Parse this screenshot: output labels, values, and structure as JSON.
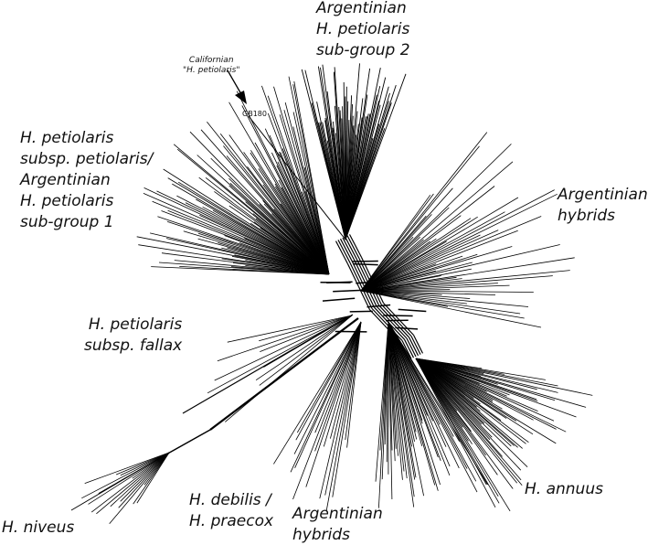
{
  "figure": {
    "background": "#ffffff",
    "edge_color": "#000000",
    "groups": {
      "arg_sub2": {
        "lines": [
          "Argentinian",
          "H. petiolaris",
          "sub-group 2"
        ]
      },
      "pet_sub1": {
        "lines": [
          "H. petiolaris",
          "subsp. petiolaris/",
          "Argentinian",
          "H. petiolaris",
          "sub-group 1"
        ]
      },
      "arg_hybrids_right": {
        "lines": [
          "Argentinian",
          "hybrids"
        ]
      },
      "fallax": {
        "lines": [
          "H. petiolaris",
          "subsp. fallax"
        ]
      },
      "annuus": {
        "lines": [
          "H. annuus"
        ]
      },
      "niveus": {
        "lines": [
          "H. niveus"
        ]
      },
      "debilis": {
        "lines": [
          "H. debilis /",
          "H. praecox"
        ]
      },
      "arg_hybrids_bottom": {
        "lines": [
          "Argentinian",
          "hybrids"
        ]
      }
    },
    "annotation": {
      "lines": [
        "Californian",
        "\"H. petiolaris\""
      ],
      "tip_label": "GB180",
      "pointer": "arrow"
    }
  }
}
